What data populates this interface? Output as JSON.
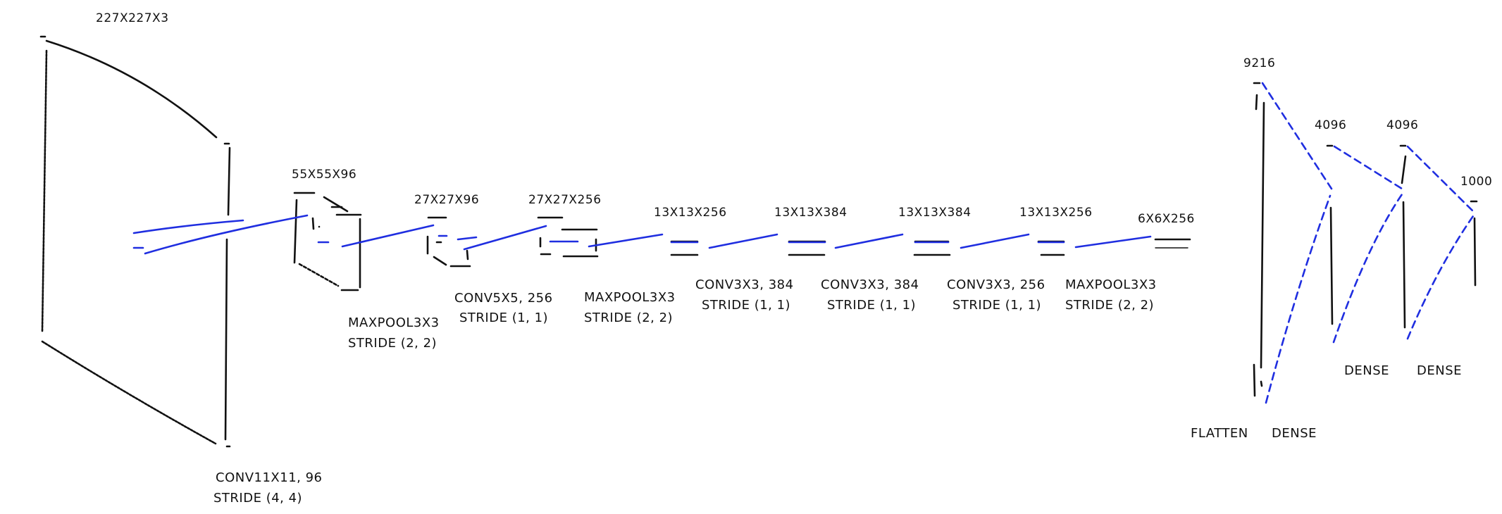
{
  "colors": {
    "ink": "#111111",
    "accent": "#1f2ee0",
    "background": "#ffffff"
  },
  "layers": [
    {
      "shape": "227X227X3",
      "op": [
        "CONV11X11, 96",
        "STRIDE (4, 4)"
      ]
    },
    {
      "shape": "55X55X96",
      "op": [
        "MAXPOOL3X3",
        "STRIDE (2, 2)"
      ]
    },
    {
      "shape": "27X27X96",
      "op": [
        "CONV5X5, 256",
        "STRIDE (1, 1)"
      ]
    },
    {
      "shape": "27X27X256",
      "op": [
        "MAXPOOL3X3",
        "STRIDE (2, 2)"
      ]
    },
    {
      "shape": "13X13X256",
      "op": [
        "CONV3X3, 384",
        "STRIDE (1, 1)"
      ]
    },
    {
      "shape": "13X13X384",
      "op": [
        "CONV3X3, 384",
        "STRIDE (1, 1)"
      ]
    },
    {
      "shape": "13X13X384",
      "op": [
        "CONV3X3, 256",
        "STRIDE (1, 1)"
      ]
    },
    {
      "shape": "13X13X256",
      "op": [
        "MAXPOOL3X3",
        "STRIDE (2, 2)"
      ]
    },
    {
      "shape": "6X6X256",
      "op": []
    }
  ],
  "dense_layers": [
    {
      "size": "9216",
      "op": "FLATTEN"
    },
    {
      "size": "4096",
      "op": "DENSE"
    },
    {
      "size": "4096",
      "op": "DENSE"
    },
    {
      "size": "1000",
      "op": "DENSE"
    }
  ]
}
